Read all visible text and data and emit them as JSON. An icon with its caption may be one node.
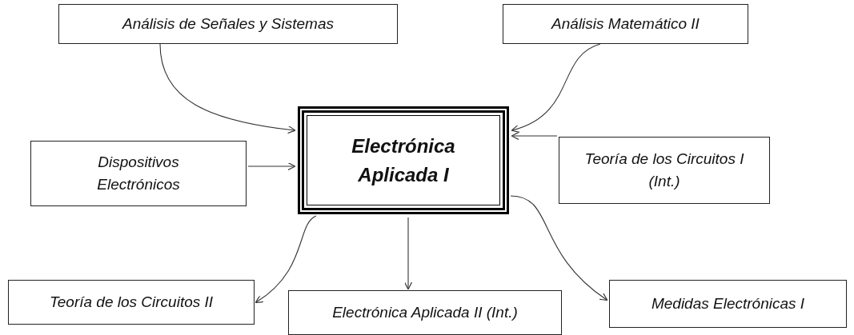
{
  "diagram": {
    "nodes": [
      {
        "text": [
          "Análisis de Señales y Sistemas"
        ]
      },
      {
        "text": [
          "Análisis Matemático II"
        ]
      },
      {
        "text": [
          "Electrónica Aplicada I"
        ]
      },
      {
        "text": [
          "Dispositivos Electrónicos"
        ]
      },
      {
        "text": [
          "Teoría de los Circuitos I (Int.)"
        ]
      },
      {
        "text": [
          "Teoría de los Circuitos II"
        ]
      },
      {
        "text": [
          "Electrónica Aplicada II (Int.)"
        ]
      },
      {
        "text": [
          "Medidas Electrónicas I"
        ]
      }
    ],
    "edges": [
      {
        "from": 0,
        "to": 2,
        "arrow": "to"
      },
      {
        "from": 1,
        "to": 2,
        "arrow": "to"
      },
      {
        "from": 3,
        "to": 2,
        "arrow": "to"
      },
      {
        "from": 4,
        "to": 2,
        "arrow": "to"
      },
      {
        "from": 2,
        "to": 5,
        "arrow": "to"
      },
      {
        "from": 2,
        "to": 6,
        "arrow": "to"
      },
      {
        "from": 2,
        "to": 7,
        "arrow": "to"
      }
    ]
  }
}
